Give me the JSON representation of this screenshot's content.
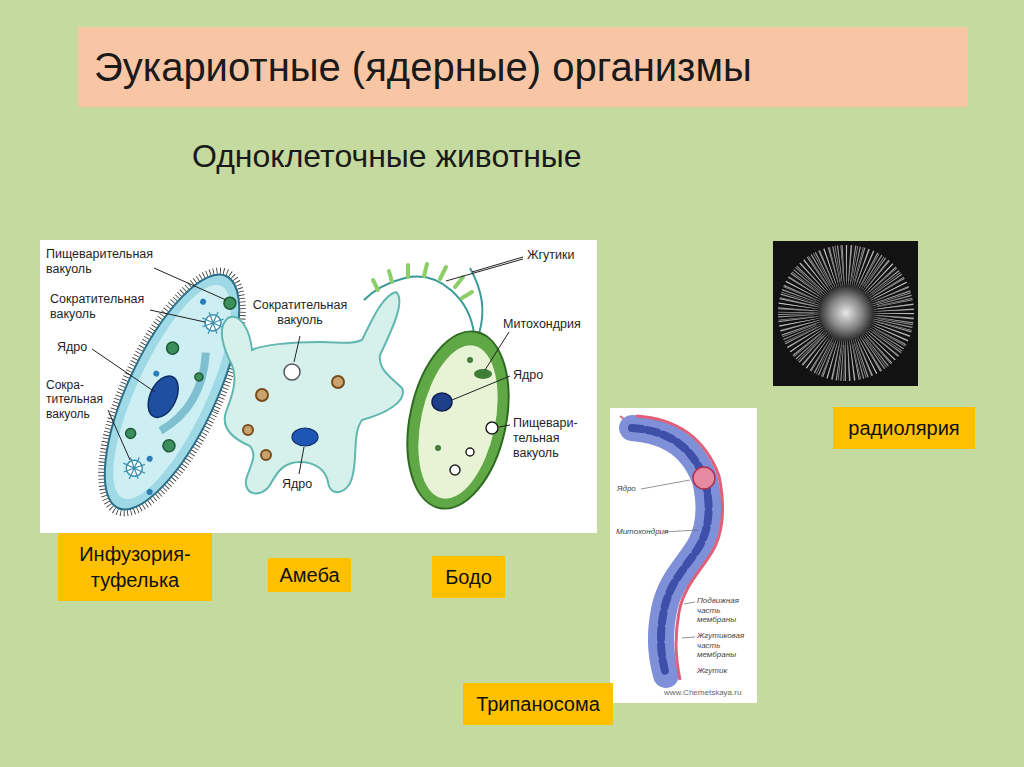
{
  "diagram": {
    "title": "Эукариотные (ядерные) организмы",
    "nodes": [
      {
        "text": [
          "Инфузория-туфелька"
        ]
      },
      {
        "text": [
          "Амеба"
        ]
      },
      {
        "text": [
          "Бодо"
        ]
      },
      {
        "text": [
          "радиолярия"
        ]
      },
      {
        "text": [
          "Трипаносома"
        ]
      }
    ],
    "labels": [
      "Одноклеточные животные",
      "Пищеварительная вакуоль",
      "Сократительная вакуоль",
      "Ядро",
      "Сокра-тительная вакуоль",
      "Сократительная вакуоль",
      "Ядро",
      "Жгутики",
      "Митохондрия",
      "Ядро",
      "Пищевари-тельная вакуоль",
      "Ядро",
      "Митохондрия",
      "Подвижная часть мембраны",
      "Жгутиковая часть мембраны",
      "Жгутик",
      "www.Chemetskaya.ru"
    ]
  }
}
